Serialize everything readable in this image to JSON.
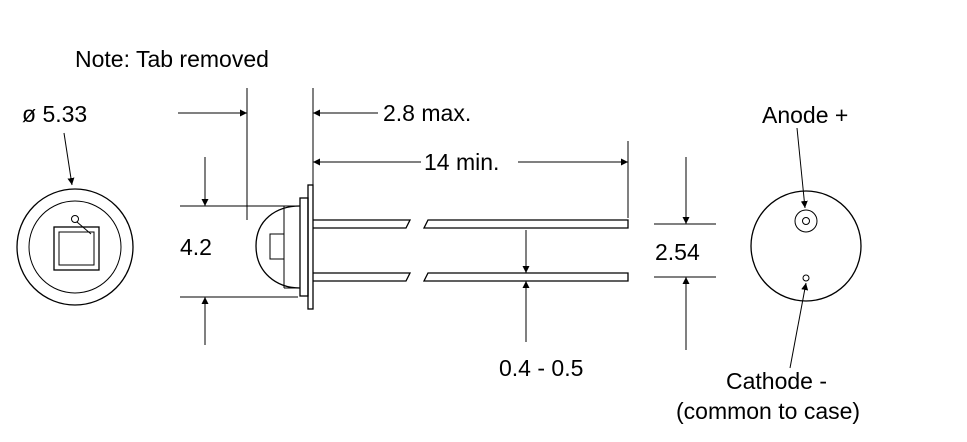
{
  "labels": {
    "note": "Note: Tab removed",
    "diameter": "ø 5.33",
    "tab_length": "2.8 max.",
    "lead_length": "14 min.",
    "height": "4.2",
    "lead_spacing": "2.54",
    "lead_diameter": "0.4 - 0.5",
    "anode": "Anode +",
    "cathode_line1": "Cathode -",
    "cathode_line2": "(common to case)"
  }
}
